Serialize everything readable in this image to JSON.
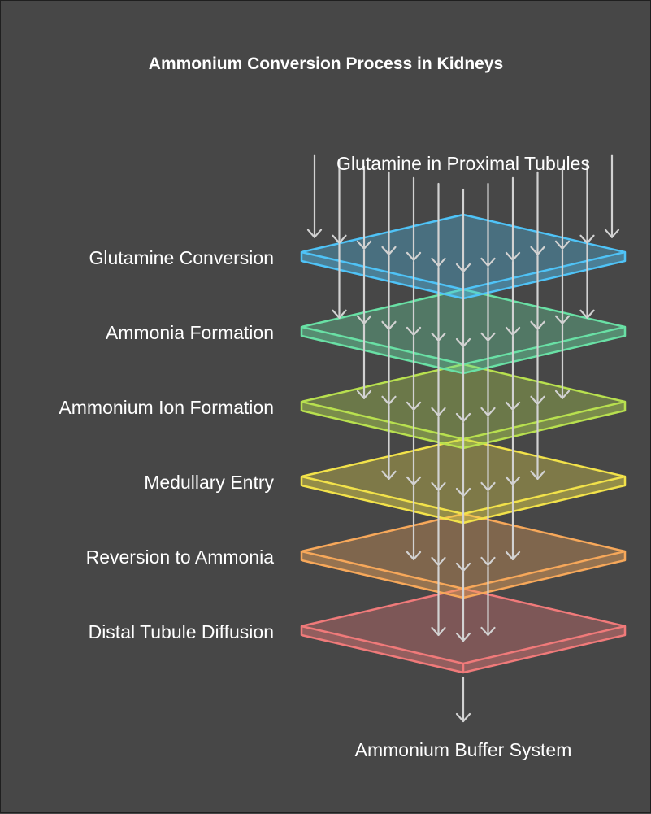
{
  "title": "Ammonium Conversion Process in Kidneys",
  "input_label": "Glutamine in Proximal Tubules",
  "output_label": "Ammonium Buffer System",
  "layers": [
    {
      "label": "Glutamine Conversion",
      "color": "#4fc3f7"
    },
    {
      "label": "Ammonia Formation",
      "color": "#69e0a5"
    },
    {
      "label": "Ammonium Ion Formation",
      "color": "#b8e04f"
    },
    {
      "label": "Medullary Entry",
      "color": "#f2e24a"
    },
    {
      "label": "Reversion to Ammonia",
      "color": "#f7a85a"
    },
    {
      "label": "Distal Tubule Diffusion",
      "color": "#f07a7a"
    }
  ],
  "colors": {
    "background": "#474747",
    "text": "#ffffff",
    "arrow": "#d2d2d2"
  }
}
